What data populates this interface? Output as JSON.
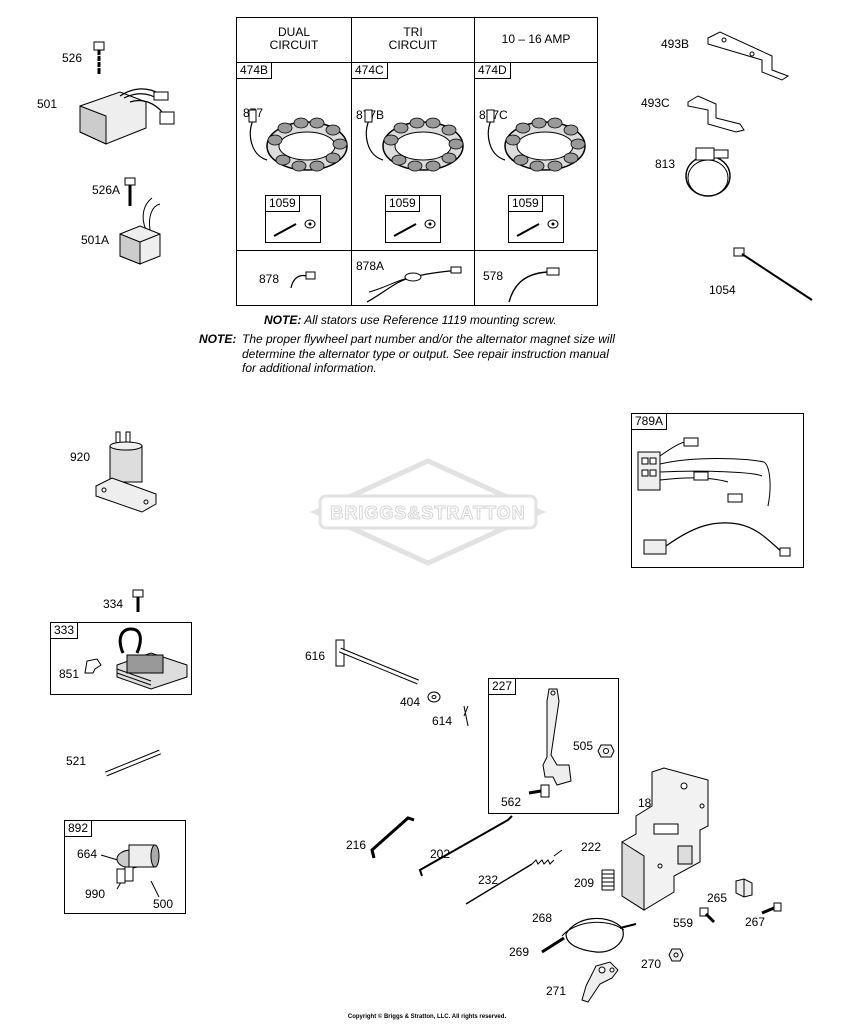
{
  "columns": [
    {
      "header": "DUAL\nCIRCUIT",
      "kit": "474B",
      "stator": "877",
      "screw": "1059",
      "lead": "878"
    },
    {
      "header": "TRI\nCIRCUIT",
      "kit": "474C",
      "stator": "877B",
      "screw": "1059",
      "lead": "878A"
    },
    {
      "header": "10 – 16 AMP",
      "kit": "474D",
      "stator": "877C",
      "screw": "1059",
      "lead": "578"
    }
  ],
  "notes": {
    "note1_label": "NOTE:",
    "note1_text": "All stators use Reference  1119 mounting screw.",
    "note2_label": "NOTE:",
    "note2_line1": "The proper flywheel part number and/or the alternator magnet size will",
    "note2_line2": "determine the alternator type or output. See repair instruction manual",
    "note2_line3": "for additional information."
  },
  "watermark": "BRIGGS&STRATTON",
  "copyright": "Copyright © Briggs & Stratton, LLC. All rights reserved.",
  "labels": {
    "p526": "526",
    "p501": "501",
    "p526A": "526A",
    "p501A": "501A",
    "p493B": "493B",
    "p493C": "493C",
    "p813": "813",
    "p1054": "1054",
    "p920": "920",
    "p789A": "789A",
    "p334": "334",
    "p333": "333",
    "p851": "851",
    "p521": "521",
    "p892": "892",
    "p664": "664",
    "p990": "990",
    "p500": "500",
    "p616": "616",
    "p404": "404",
    "p614": "614",
    "p227": "227",
    "p505": "505",
    "p562": "562",
    "p188": "188",
    "p216": "216",
    "p202": "202",
    "p232": "232",
    "p222": "222",
    "p209": "209",
    "p265": "265",
    "p559": "559",
    "p267": "267",
    "p268": "268",
    "p269": "269",
    "p270": "270",
    "p271": "271"
  }
}
